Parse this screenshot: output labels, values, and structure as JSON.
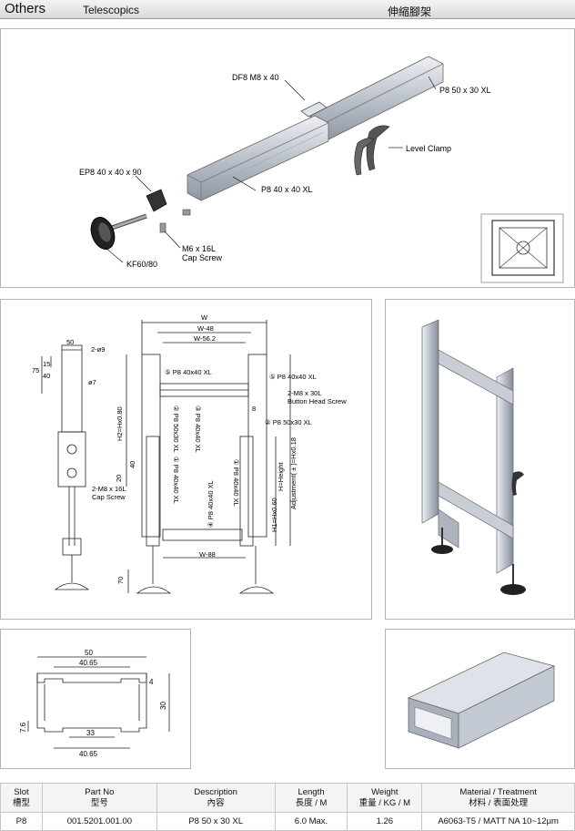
{
  "header": {
    "category": "Others",
    "subtitle": "Telescopics",
    "title_cn": "伸縮腳架"
  },
  "exploded": {
    "df8": "DF8 M8 x 40",
    "p8_top": "P8 50 x 30 XL",
    "level_clamp": "Level Clamp",
    "ep8": "EP8 40 x 40 x 90",
    "p8_mid": "P8 40 x 40 XL",
    "m6_line1": "M6 x 16L",
    "m6_line2": "Cap Screw",
    "kf": "KF60/80"
  },
  "front_dims": {
    "w": "W",
    "w48": "W-48",
    "w56": "W-56.2",
    "w88": "W-88",
    "d50": "50",
    "d15": "15",
    "d40": "40",
    "d75": "75",
    "hole9": "2-ø9",
    "hole7": "ø7",
    "h2": "H2=Hx0.80",
    "h1": "H1=Hx0.60",
    "hheight": "H=Height",
    "adjust": "Adjustment( ± )=Hx0.18",
    "d20": "20",
    "d40b": "40",
    "d8": "8",
    "d70": "70",
    "cap_line1": "2-M8 x 16L",
    "cap_line2": "Cap Screw",
    "btn_line1": "2-M8 x 30L",
    "btn_line2": "Button Head Screw",
    "c5a": "⑤ P8 40x40 XL",
    "c5b": "⑤ P8 40x40 XL",
    "c2": "② P8 50x30 XL",
    "c3v": "③ P8 40x40 XL",
    "c2v": "② P8 50x30 XL",
    "c1a": "① P8 40x40 XL",
    "c1b": "① P8 40x40 XL",
    "c4": "④ P8 40x40 XL"
  },
  "section_dims": {
    "top": "50",
    "inner": "40.65",
    "d4": "4",
    "d30": "30",
    "d76": "7.6",
    "d33": "33",
    "bottom": "40.65"
  },
  "table": {
    "headers": [
      {
        "en": "Slot",
        "cn": "槽型"
      },
      {
        "en": "Part No",
        "cn": "型号"
      },
      {
        "en": "Description",
        "cn": "內容"
      },
      {
        "en": "Length",
        "cn": "長度 / M"
      },
      {
        "en": "Weight",
        "cn": "重量 / KG / M"
      },
      {
        "en": "Material / Treatment",
        "cn": "材料 / 表面处理"
      }
    ],
    "row": {
      "slot": "P8",
      "part_no": "001.5201.001.00",
      "description": "P8 50 x 30 XL",
      "length": "6.0 Max.",
      "weight": "1.26",
      "material": "A6063-T5 / MATT NA 10~12μm"
    }
  }
}
